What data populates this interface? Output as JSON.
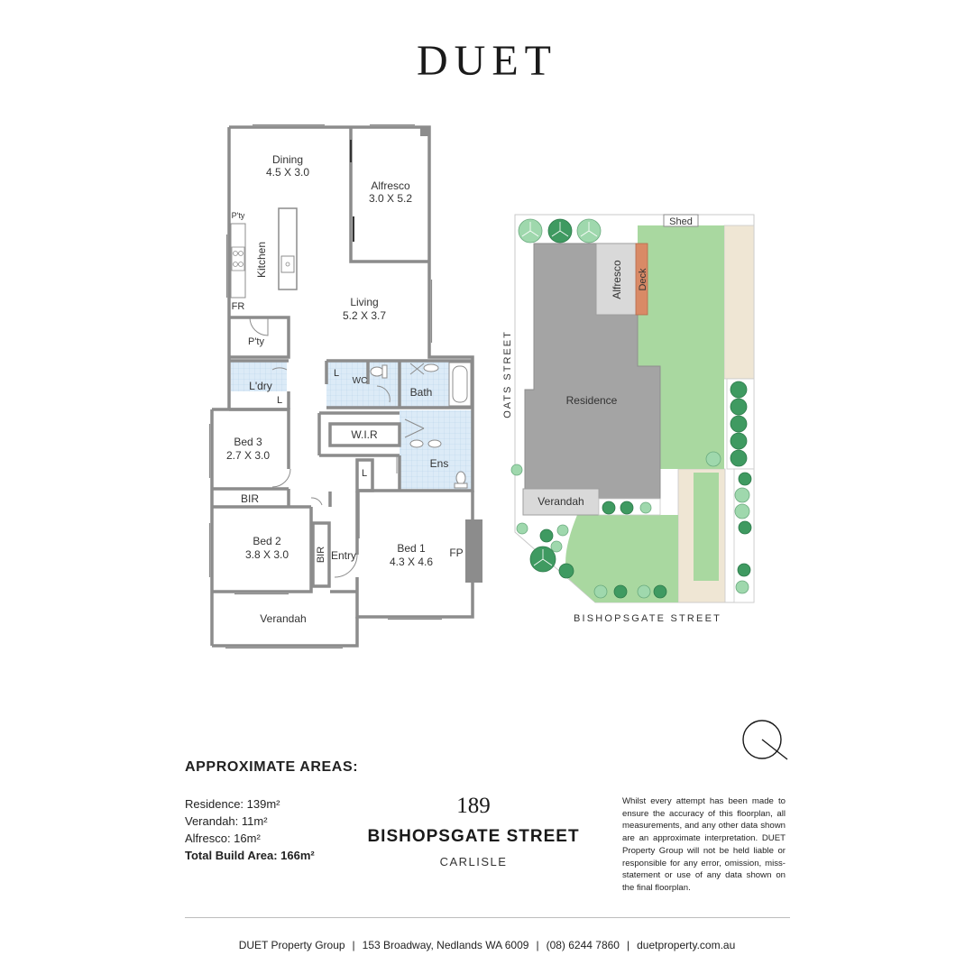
{
  "brand": {
    "logo": "DUET"
  },
  "floorplan": {
    "rooms": {
      "dining": {
        "name": "Dining",
        "size": "4.5 X 3.0"
      },
      "alfresco": {
        "name": "Alfresco",
        "size": "3.0 X 5.2"
      },
      "kitchen": {
        "name": "Kitchen"
      },
      "pantry_top": {
        "name": "P'ty"
      },
      "fridge": {
        "name": "FR"
      },
      "pantry": {
        "name": "P'ty"
      },
      "living": {
        "name": "Living",
        "size": "5.2 X 3.7"
      },
      "laundry": {
        "name": "L'dry"
      },
      "linen_laundry": {
        "name": "L"
      },
      "linen_wc": {
        "name": "L"
      },
      "wc": {
        "name": "WC"
      },
      "bath": {
        "name": "Bath"
      },
      "wir": {
        "name": "W.I.R"
      },
      "linen_wir": {
        "name": "L"
      },
      "ensuite": {
        "name": "Ens"
      },
      "bed3": {
        "name": "Bed 3",
        "size": "2.7 X 3.0"
      },
      "bir_bed3": {
        "name": "BIR"
      },
      "bed2": {
        "name": "Bed 2",
        "size": "3.8 X 3.0"
      },
      "bir_bed2": {
        "name": "BIR"
      },
      "entry": {
        "name": "Entry"
      },
      "bed1": {
        "name": "Bed 1",
        "size": "4.3 X 4.6"
      },
      "fireplace": {
        "name": "FP"
      },
      "verandah": {
        "name": "Verandah"
      }
    }
  },
  "siteplan": {
    "shed": "Shed",
    "alfresco": "Alfresco",
    "deck": "Deck",
    "residence": "Residence",
    "verandah": "Verandah",
    "street_side": "OATS STREET",
    "street_front": "BISHOPSGATE STREET"
  },
  "areas": {
    "title": "APPROXIMATE AREAS:",
    "residence": "Residence: 139m²",
    "verandah": "Verandah: 11m²",
    "alfresco": "Alfresco: 16m²",
    "total": "Total Build Area: 166m²"
  },
  "address": {
    "number": "189",
    "street": "BISHOPSGATE STREET",
    "suburb": "CARLISLE"
  },
  "disclaimer": "Whilst every attempt has been made to ensure the accuracy of this floorplan, all measurements, and any other data shown are an approximate interpretation. DUET Property Group will not be held liable or responsible for any error, omission, miss-statement or use of any data shown on the final floorplan.",
  "footer": {
    "company": "DUET Property Group",
    "address": "153 Broadway, Nedlands WA 6009",
    "phone": "(08) 6244 7860",
    "website": "duetproperty.com.au"
  },
  "colors": {
    "wall": "#8c8c8c",
    "wet_area": "#dcebf7",
    "lawn": "#a9d8a0",
    "residence": "#a4a4a4",
    "paving": "#efe6d4",
    "deck": "#d98a66",
    "tree_dark": "#3f9a61",
    "tree_light": "#9fd8ad"
  },
  "icons": [
    "north-compass-icon",
    "tree-icon",
    "door-swing-icon",
    "toilet-icon",
    "sink-icon",
    "bath-icon",
    "stove-icon"
  ]
}
